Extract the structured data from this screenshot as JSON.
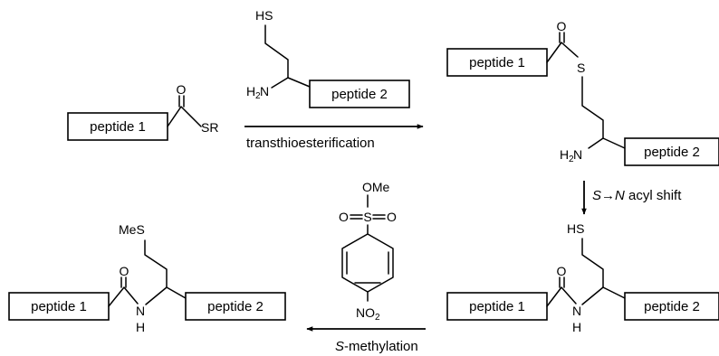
{
  "peptide_1": "peptide 1",
  "peptide_2": "peptide 2",
  "atoms": {
    "O": "O",
    "SR": "SR",
    "S": "S",
    "HS": "HS",
    "H": "H",
    "N": "N",
    "two": "2",
    "MeS": "MeS",
    "OMe": "OMe",
    "O2N_left_O": "O",
    "O2N_right_O": "O",
    "sulfonyl_S": "S",
    "NO": "NO"
  },
  "steps": {
    "step1": "transthioesterification",
    "step2_S": "S",
    "step2_arrow": "→",
    "step2_N": "N",
    "step2_rest": " acyl shift",
    "step3_S": "S",
    "step3_rest": "-methylation"
  }
}
